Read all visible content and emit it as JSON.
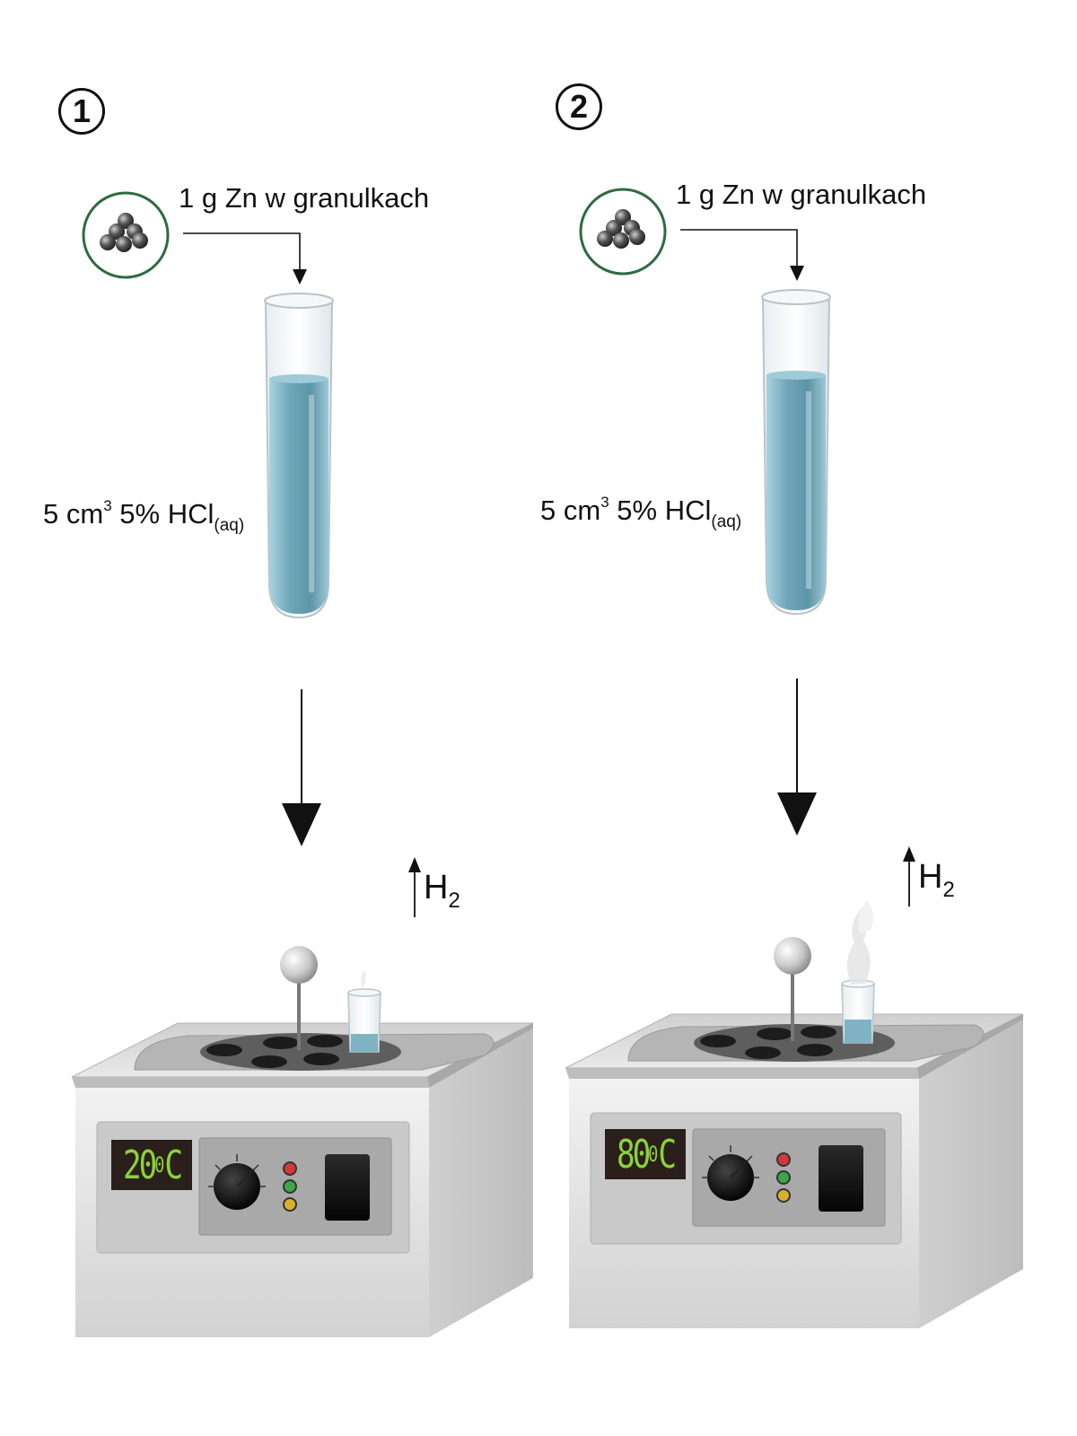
{
  "panels": [
    {
      "number": "1",
      "zinc_label": "1 g Zn w granulkach",
      "acid_label": {
        "volume": "5 cm",
        "volume_exp": "3",
        "concentration": "5% HCl",
        "state": "(aq)"
      },
      "gas_label": {
        "symbol": "H",
        "subscript": "2"
      },
      "bath_temperature": {
        "value": "20",
        "unit_degree": "0",
        "unit": "C"
      }
    },
    {
      "number": "2",
      "zinc_label": "1 g Zn w granulkach",
      "acid_label": {
        "volume": "5 cm",
        "volume_exp": "3",
        "concentration": "5% HCl",
        "state": "(aq)"
      },
      "gas_label": {
        "symbol": "H",
        "subscript": "2"
      },
      "bath_temperature": {
        "value": "80",
        "unit_degree": "0",
        "unit": "C"
      }
    }
  ],
  "colors": {
    "liquid": "#7fb3c4",
    "display_text": "#8bd23a",
    "circle_border": "#2e6b3f",
    "led_red": "#d23a3a",
    "led_green": "#3aa845",
    "led_yellow": "#d8b02a"
  }
}
